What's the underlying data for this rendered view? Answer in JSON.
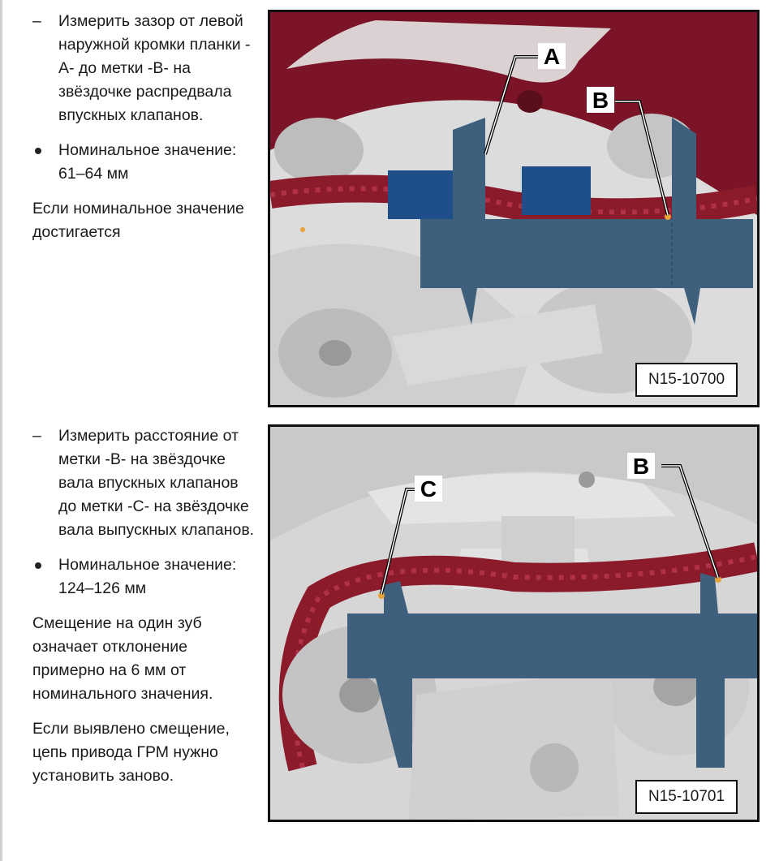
{
  "section1": {
    "dash_marker": "–",
    "dash_text": "Измерить зазор от левой наружной кромки планки -A- до метки -B- на звёздочке распредвала впускных клапанов.",
    "bullet_text": "Номинальное значение: 61–64 мм",
    "para": "Если номинальное значение достигается"
  },
  "section2": {
    "dash_marker": "–",
    "dash_text": "Измерить расстояние от метки -B- на звёздочке вала впускных клапанов до метки -C- на звёздочке вала выпускных клапанов.",
    "bullet_text": "Номинальное значение: 124–126 мм",
    "para1": "Смещение на один зуб означает отклонение примерно на 6 мм от номинального значения.",
    "para2": "Если выявлено смещение, цепь привода ГРМ нужно установить заново."
  },
  "figure1": {
    "code": "N15-10700",
    "callout_a": "A",
    "callout_b": "B"
  },
  "figure2": {
    "code": "N15-10701",
    "callout_b": "B",
    "callout_c": "C"
  },
  "colors": {
    "chain": "#8b1a2b",
    "gauge": "#3f607c",
    "marker": "#e8a23a",
    "tensioner": "#1f4f8a"
  }
}
